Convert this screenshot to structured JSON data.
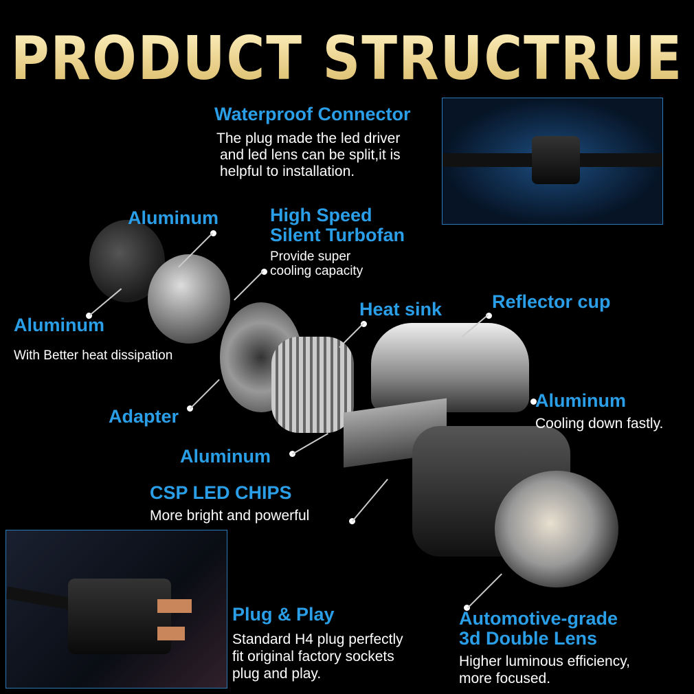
{
  "title": "PRODUCT STRUCTRUE",
  "colors": {
    "title": "#f2dc9a",
    "label": "#2a9fe8",
    "text": "#ffffff",
    "background": "#000000"
  },
  "callouts": {
    "waterproof": {
      "label": "Waterproof Connector",
      "desc": [
        "The plug made the led driver",
        "and led lens can be split,it is",
        "helpful to installation."
      ]
    },
    "aluminum_top": {
      "label": "Aluminum"
    },
    "turbofan": {
      "label": [
        "High Speed",
        "Silent Turbofan"
      ],
      "desc": [
        "Provide super",
        "cooling capacity"
      ]
    },
    "aluminum_left": {
      "label": "Aluminum",
      "desc": "With Better heat dissipation"
    },
    "heat_sink": {
      "label": "Heat sink"
    },
    "reflector": {
      "label": "Reflector cup"
    },
    "aluminum_right": {
      "label": "Aluminum",
      "desc": "Cooling down fastly."
    },
    "adapter": {
      "label": "Adapter"
    },
    "aluminum_mid": {
      "label": "Aluminum"
    },
    "csp": {
      "label": "CSP LED CHIPS",
      "desc": "More bright and powerful"
    },
    "plug": {
      "label": "Plug & Play",
      "desc": [
        "Standard H4 plug perfectly",
        "fit original factory sockets",
        "plug and play."
      ]
    },
    "lens": {
      "label": [
        "Automotive-grade",
        "3d Double Lens"
      ],
      "desc": [
        "Higher luminous efficiency,",
        "more focused."
      ]
    }
  }
}
